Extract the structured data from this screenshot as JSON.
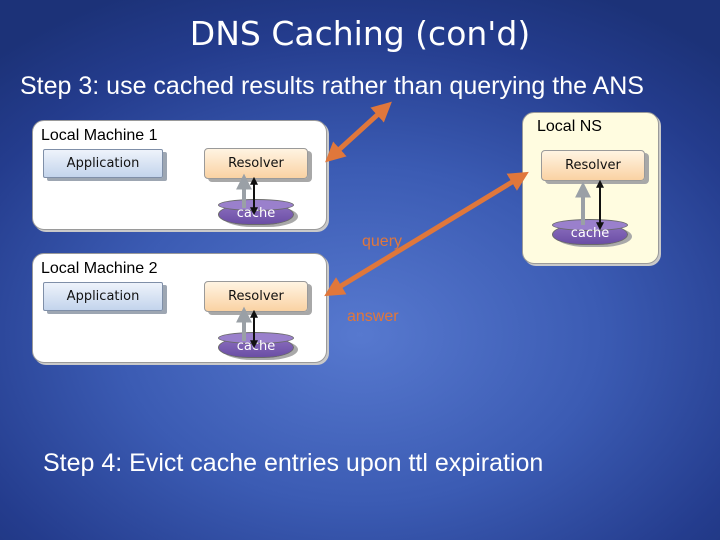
{
  "slide": {
    "title": "DNS Caching (con'd)",
    "step3": "Step 3: use cached results rather than querying the ANS",
    "step4": "Step 4: Evict cache entries upon ttl expiration"
  },
  "machine1": {
    "label": "Local Machine 1",
    "app": "Application",
    "resolver": "Resolver",
    "cache": "cache"
  },
  "machine2": {
    "label": "Local Machine 2",
    "app": "Application",
    "resolver": "Resolver",
    "cache": "cache"
  },
  "local_ns": {
    "label": "Local NS",
    "resolver": "Resolver",
    "cache": "cache"
  },
  "flow": {
    "query": "query",
    "answer": "answer"
  },
  "colors": {
    "arrow": "#e0773b",
    "background": "#3b5bb3",
    "resolver_fill": "#fad2a3",
    "cache_fill": "#6b4ea5",
    "app_fill": "#c3d4ec"
  }
}
